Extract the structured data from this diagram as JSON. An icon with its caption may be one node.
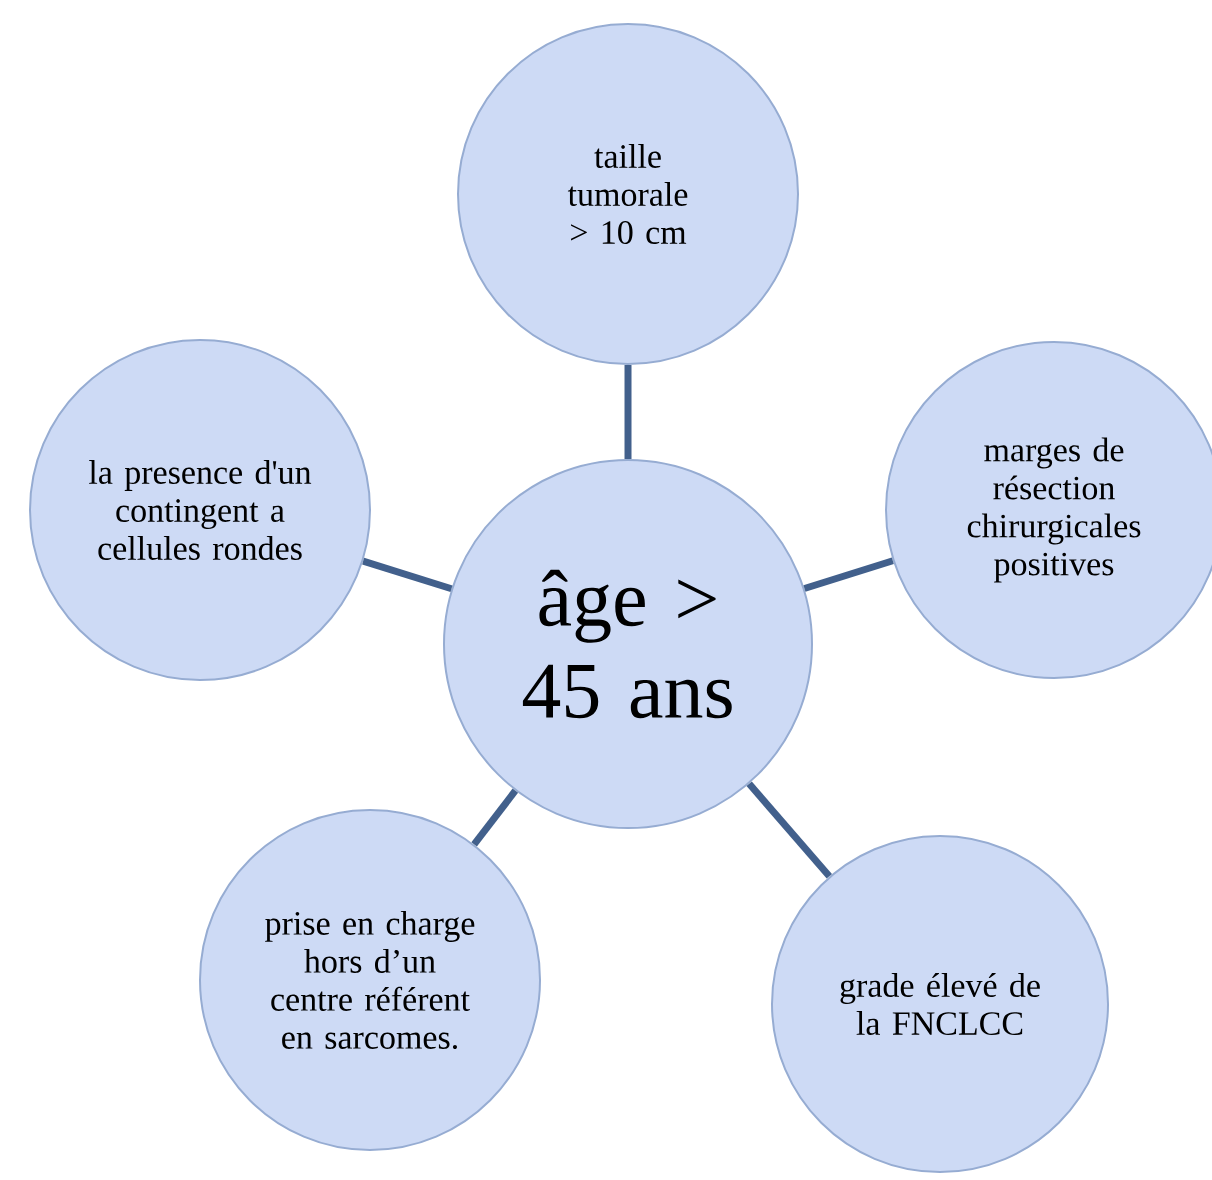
{
  "diagram": {
    "nodes": [
      {
        "text": [
          "âge > 45 ans"
        ]
      },
      {
        "text": [
          "taille tumorale > 10 cm"
        ]
      },
      {
        "text": [
          "marges de résection chirurgicales positives"
        ]
      },
      {
        "text": [
          "grade élevé de la FNCLCC"
        ]
      },
      {
        "text": [
          "prise en charge hors d’un centre référent en sarcomes."
        ]
      },
      {
        "text": [
          "la presence d'un contingent a cellules rondes"
        ]
      }
    ],
    "edges": [
      {
        "from": 0,
        "to": 1,
        "arrow": "none"
      },
      {
        "from": 0,
        "to": 2,
        "arrow": "none"
      },
      {
        "from": 0,
        "to": 3,
        "arrow": "none"
      },
      {
        "from": 0,
        "to": 4,
        "arrow": "none"
      },
      {
        "from": 0,
        "to": 5,
        "arrow": "none"
      }
    ]
  }
}
